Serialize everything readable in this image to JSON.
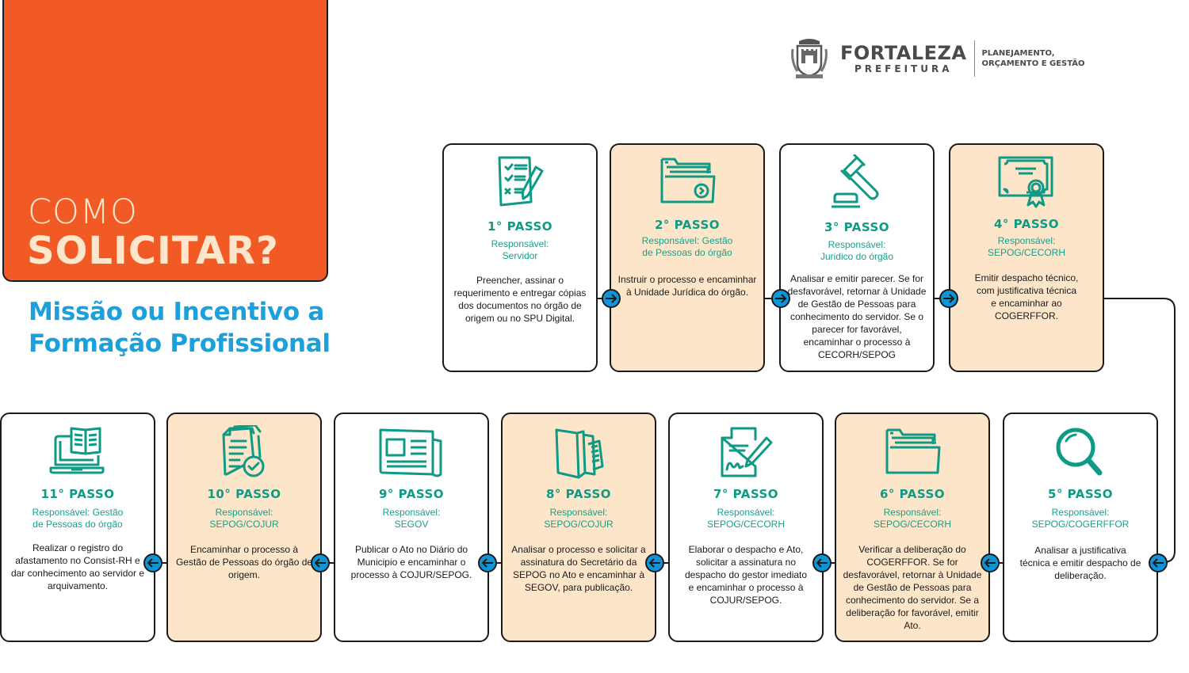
{
  "header": {
    "hero_line1": "COMO",
    "hero_line2": "SOLICITAR?",
    "subtitle_line1": "Missão ou Incentivo a",
    "subtitle_line2": "Formação Profissional"
  },
  "logo": {
    "icon": "city-crest-icon",
    "name": "FORTALEZA",
    "subname": "PREFEITURA",
    "dept_line1": "PLANEJAMENTO,",
    "dept_line2": "ORÇAMENTO E GESTÃO"
  },
  "colors": {
    "hero_bg": "#f15a24",
    "hero_text": "#fde6cc",
    "subtitle": "#1ba0dc",
    "teal": "#0f9a86",
    "card_alt_bg": "#fde5c9",
    "arrow_blue": "#0e95d8"
  },
  "steps": [
    {
      "title": "1° PASSO",
      "resp_line1": "Responsável:",
      "resp_line2": "Servidor",
      "icon": "checklist-pencil-icon",
      "desc": "Preencher, assinar o requerimento e entregar cópias dos documentos no órgão de origem ou no SPU Digital."
    },
    {
      "title": "2° PASSO",
      "resp_line1": "Responsável: Gestão",
      "resp_line2": "de Pessoas do órgão",
      "icon": "folder-forward-icon",
      "desc": "Instruir o processo e encaminhar à Unidade Jurídica do órgão."
    },
    {
      "title": "3° PASSO",
      "resp_line1": "Responsável:",
      "resp_line2": "Juridico do órgão",
      "icon": "gavel-icon",
      "desc": "Analisar e emitir parecer. Se for desfavorável, retornar à Unidade de Gestão de Pessoas para conhecimento do servidor. Se o parecer for favorável, encaminhar o processo à CECORH/SEPOG"
    },
    {
      "title": "4° PASSO",
      "resp_line1": "Responsável:",
      "resp_line2": "SEPOG/CECORH",
      "icon": "certificate-icon",
      "desc": "Emitir despacho técnico, com justificativa técnica e encaminhar ao COGERFFOR."
    },
    {
      "title": "5° PASSO",
      "resp_line1": "Responsável:",
      "resp_line2": "SEPOG/COGERFFOR",
      "icon": "magnifier-icon",
      "desc": "Analisar a justificativa técnica e emitir despacho de deliberação."
    },
    {
      "title": "6° PASSO",
      "resp_line1": "Responsável:",
      "resp_line2": "SEPOG/CECORH",
      "icon": "folder-icon",
      "desc": "Verificar a deliberação do COGERFFOR. Se for desfavorável, retornar à Unidade de Gestão de Pessoas para conhecimento do servidor. Se a deliberação for favorável, emitir Ato."
    },
    {
      "title": "7° PASSO",
      "resp_line1": "Responsável:",
      "resp_line2": "SEPOG/CECORH",
      "icon": "document-signature-icon",
      "desc": "Elaborar o despacho e Ato, solicitar a assinatura no despacho do gestor imediato e encaminhar o processo à COJUR/SEPOG."
    },
    {
      "title": "8° PASSO",
      "resp_line1": "Responsável:",
      "resp_line2": "SEPOG/COJUR",
      "icon": "folded-documents-icon",
      "desc": "Analisar o processo e solicitar a assinatura do Secretário da SEPOG no Ato e encaminhar à SEGOV, para publicação."
    },
    {
      "title": "9° PASSO",
      "resp_line1": "Responsável:",
      "resp_line2": "SEGOV",
      "icon": "newspaper-icon",
      "desc": "Publicar o Ato no Diário do Municipio e encaminhar o processo à COJUR/SEPOG."
    },
    {
      "title": "10° PASSO",
      "resp_line1": "Responsável:",
      "resp_line2": "SEPOG/COJUR",
      "icon": "document-approved-icon",
      "desc": "Encaminhar o processo à Gestão de Pessoas do órgão de origem."
    },
    {
      "title": "11° PASSO",
      "resp_line1": "Responsável: Gestão",
      "resp_line2": "de Pessoas do órgão",
      "icon": "laptop-book-icon",
      "desc": "Realizar o registro do afastamento no Consist-RH e dar conhecimento ao servidor e arquivamento."
    }
  ]
}
